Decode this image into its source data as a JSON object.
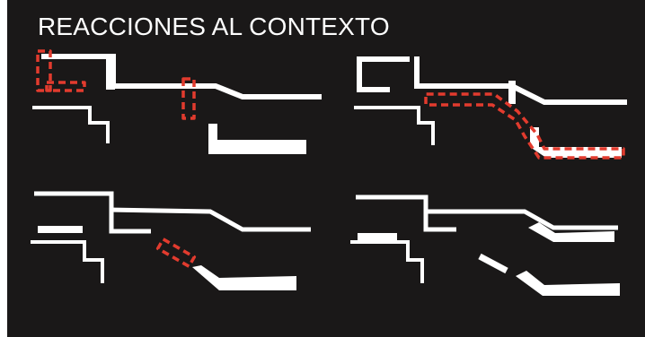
{
  "title": "REACCIONES AL CONTEXTO",
  "colors": {
    "background": "#1a1818",
    "linework": "#ffffff",
    "highlight": "#e23b2e"
  },
  "panels": [
    {
      "id": "top-left",
      "highlights": [
        "left-notch",
        "center-drop"
      ]
    },
    {
      "id": "top-right",
      "highlights": [
        "stepped-path"
      ]
    },
    {
      "id": "bottom-left",
      "highlights": [
        "diagonal-gap"
      ]
    },
    {
      "id": "bottom-right",
      "highlights": []
    }
  ]
}
